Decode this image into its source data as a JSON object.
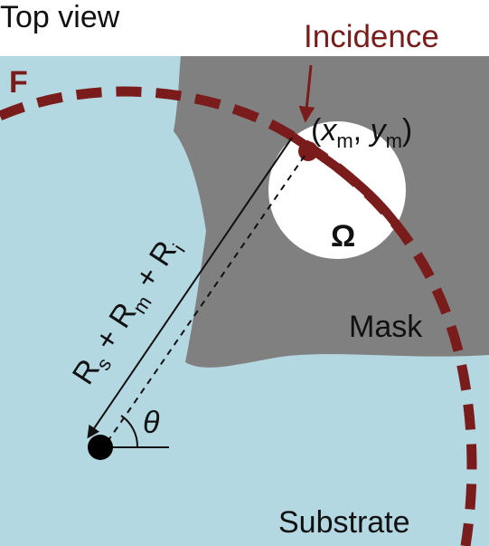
{
  "header": {
    "title": "Top view"
  },
  "labels": {
    "incidence": "Incidence",
    "front": "F",
    "point_x": "x",
    "point_x_sub": "m",
    "point_y": "y",
    "point_y_sub": "m",
    "omega": "Ω",
    "mask": "Mask",
    "substrate": "Substrate",
    "theta": "θ",
    "radius_rs": "R",
    "radius_rs_sub": "s",
    "radius_plus1": " + ",
    "radius_rm": "R",
    "radius_rm_sub": "m",
    "radius_plus2": " + ",
    "radius_ri": "R",
    "radius_ri_sub": "i"
  },
  "colors": {
    "substrate": "#b3d8e2",
    "mask": "#808080",
    "hole": "#ffffff",
    "front": "#7b1c1c",
    "text": "#111111",
    "line": "#111111"
  }
}
